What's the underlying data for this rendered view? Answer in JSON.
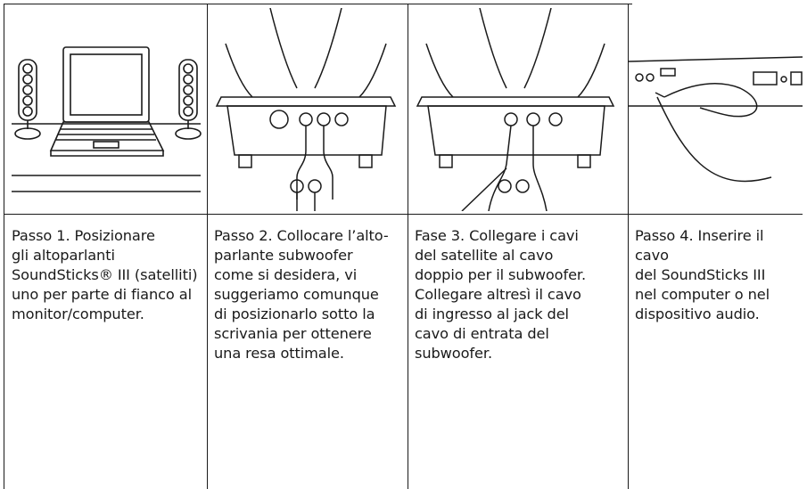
{
  "steps": [
    {
      "illustration": "desk-setup-illustration",
      "text": "Passo 1. Posizionare\ngli altoparlanti\nSoundSticks® III (satelliti)\nuno per parte di fianco al\nmonitor/computer."
    },
    {
      "illustration": "subwoofer-cable-illustration",
      "text": "Passo 2. Collocare l’alto-\nparlante subwoofer\ncome si desidera, vi\nsuggeriamo comunque\ndi posizionarlo sotto la\nscrivania per ottenere\nuna resa ottimale."
    },
    {
      "illustration": "satellite-cable-illustration",
      "text": "Fase 3. Collegare i cavi\ndel satellite al cavo\ndoppio per il subwoofer.\nCollegare altresì il cavo\ndi ingresso al jack del\ncavo di entrata del\nsubwoofer."
    },
    {
      "illustration": "computer-plug-illustration",
      "text": "Passo 4. Inserire il cavo\ndel SoundSticks III\nnel computer o nel\ndispositivo audio."
    }
  ]
}
